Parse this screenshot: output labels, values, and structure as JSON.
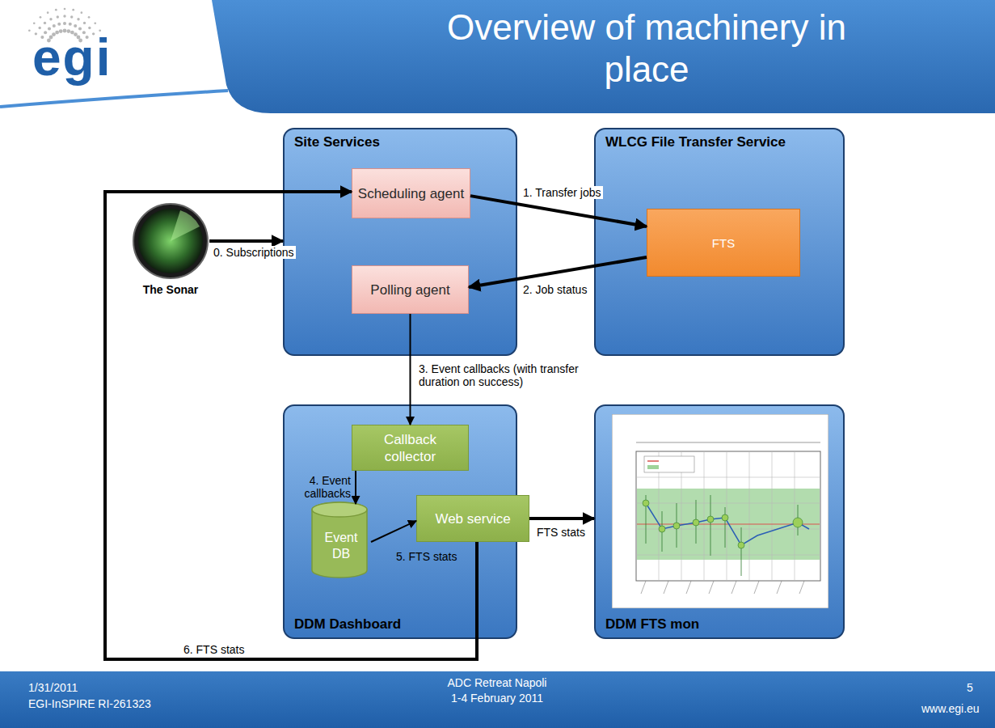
{
  "diagram": {
    "title": "Overview of machinery in place",
    "nodes": [
      {
        "text": [
          "Site Services"
        ]
      },
      {
        "text": [
          "Scheduling agent"
        ],
        "in": 0
      },
      {
        "text": [
          "Polling agent"
        ],
        "in": 0
      },
      {
        "text": [
          "WLCG File Transfer Service"
        ]
      },
      {
        "text": [
          "FTS"
        ],
        "in": 3
      },
      {
        "text": [
          "The Sonar"
        ]
      },
      {
        "text": [
          "DDM Dashboard"
        ]
      },
      {
        "text": [
          "Callback collector"
        ],
        "in": 6
      },
      {
        "text": [
          "Event DB"
        ],
        "in": 6
      },
      {
        "text": [
          "Web service"
        ],
        "in": 6
      },
      {
        "text": [
          "DDM FTS mon"
        ]
      }
    ],
    "edges": [
      {
        "from": 1,
        "to": 4,
        "label": "1. Transfer jobs",
        "arrow": "to"
      },
      {
        "from": 4,
        "to": 2,
        "label": "2. Job status",
        "arrow": "to"
      },
      {
        "from": 5,
        "to": 0,
        "label": "0. Subscriptions",
        "arrow": "to"
      },
      {
        "from": 2,
        "to": 7,
        "label": "3. Event callbacks (with transfer duration on success)",
        "arrow": "to"
      },
      {
        "from": 7,
        "to": 8,
        "label": "4. Event callbacks",
        "arrow": "to"
      },
      {
        "from": 8,
        "to": 9,
        "label": "5. FTS stats",
        "arrow": "to"
      },
      {
        "from": 9,
        "to": 10,
        "label": "FTS stats",
        "arrow": "to"
      },
      {
        "from": 9,
        "to": 1,
        "label": "6. FTS stats",
        "arrow": "to"
      }
    ],
    "labels": [
      "egi",
      "1/31/2011",
      "EGI-InSPIRE RI-261323",
      "ADC Retreat Napoli",
      "1-4 February 2011",
      "5",
      "www.egi.eu"
    ]
  }
}
